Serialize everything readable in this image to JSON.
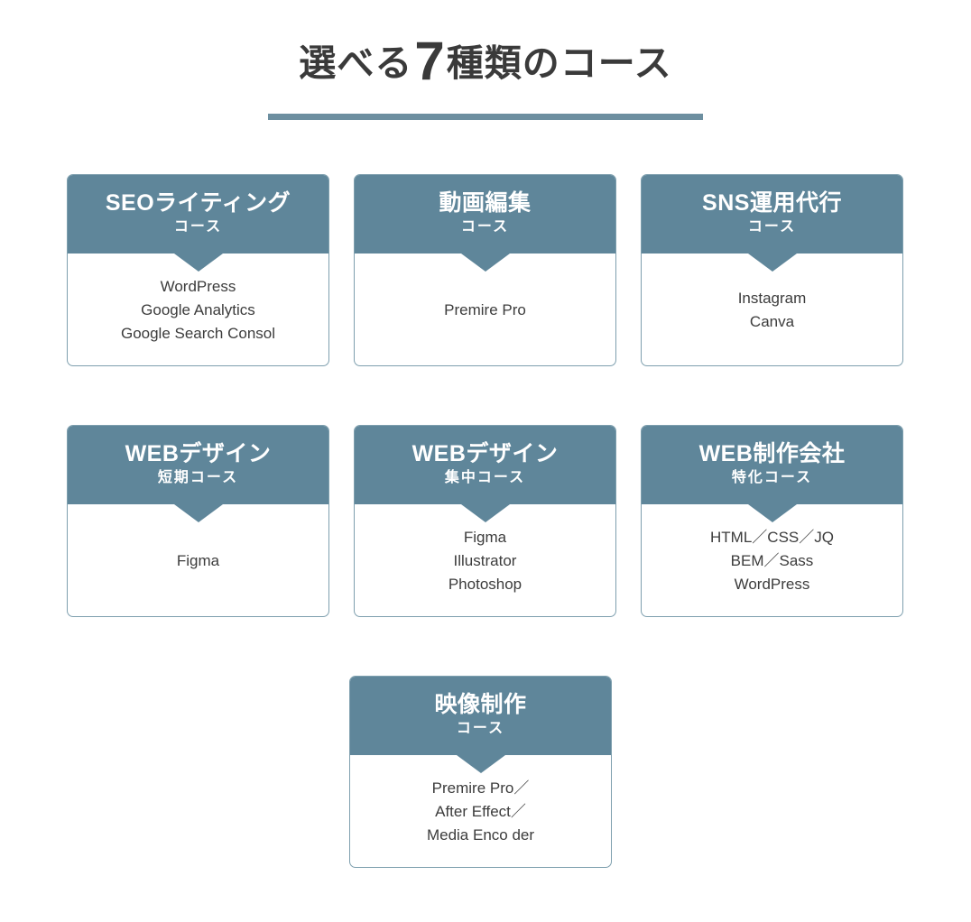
{
  "heading": {
    "text_before": "選べる",
    "count": "7",
    "text_after": "種類のコース",
    "rule_color": "#6d8fa0"
  },
  "theme": {
    "header_bg": "#5f869a",
    "card_border": "#7e9fae",
    "body_text": "#3c3c3c",
    "heading_text": "#3a3a3a",
    "card_bg": "#ffffff",
    "page_bg": "#ffffff"
  },
  "cards": [
    {
      "title": "SEOライティング",
      "sub": "コース",
      "items": [
        "WordPress",
        "Google Analytics",
        "Google Search Consol"
      ]
    },
    {
      "title": "動画編集",
      "sub": "コース",
      "items": [
        "Premire Pro"
      ]
    },
    {
      "title": "SNS運用代行",
      "sub": "コース",
      "items": [
        "Instagram",
        "Canva"
      ]
    },
    {
      "title": "WEBデザイン",
      "sub": "短期コース",
      "items": [
        "Figma"
      ]
    },
    {
      "title": "WEBデザイン",
      "sub": "集中コース",
      "items": [
        "Figma",
        "Illustrator",
        "Photoshop"
      ]
    },
    {
      "title": "WEB制作会社",
      "sub": "特化コース",
      "items": [
        "HTML／CSS／JQ",
        "BEM／Sass",
        "WordPress"
      ]
    },
    {
      "title": "映像制作",
      "sub": "コース",
      "items": [
        "Premire Pro／",
        "After Effect／",
        "Media Enco der"
      ]
    }
  ]
}
